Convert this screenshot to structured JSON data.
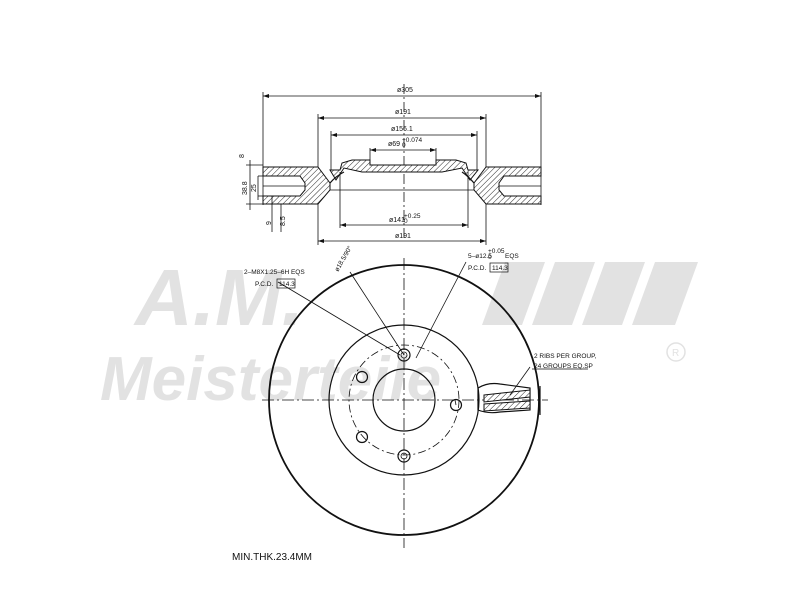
{
  "watermark": {
    "brand": "A.M.",
    "name": "Meisterteile",
    "registered": "R"
  },
  "section_view": {
    "dims": {
      "outer_diameter": "ø305",
      "top_191": "ø191",
      "d156": "ø156.1",
      "d69": "ø69",
      "d69_tol": "+0.074",
      "d69_tol_lo": "0",
      "d141": "ø141",
      "d141_tol": "+0.25",
      "d141_tol_lo": "0",
      "bottom_191": "ø191",
      "h8": "8",
      "h38_8": "38.8",
      "h25": "25",
      "h9": "9",
      "h8_5": "8.5"
    }
  },
  "front_view": {
    "callouts": {
      "left_thread": "2–M8X1.25–6H EQS",
      "left_pcd_prefix": "P.C.D.",
      "left_pcd_value": "114.3",
      "right_holes": "5–ø12.5",
      "right_holes_tol": "+0.05",
      "right_holes_tol_lo": "0",
      "right_holes_suffix": "EQS",
      "right_pcd_prefix": "P.C.D.",
      "right_pcd_value": "114.3",
      "angle": "ø18.5/90°",
      "ribs_line1": "2 RIBS PER GROUP,",
      "ribs_line2": "24 GROUPS EQ.SP"
    },
    "min_thickness": "MIN.THK.23.4MM"
  }
}
